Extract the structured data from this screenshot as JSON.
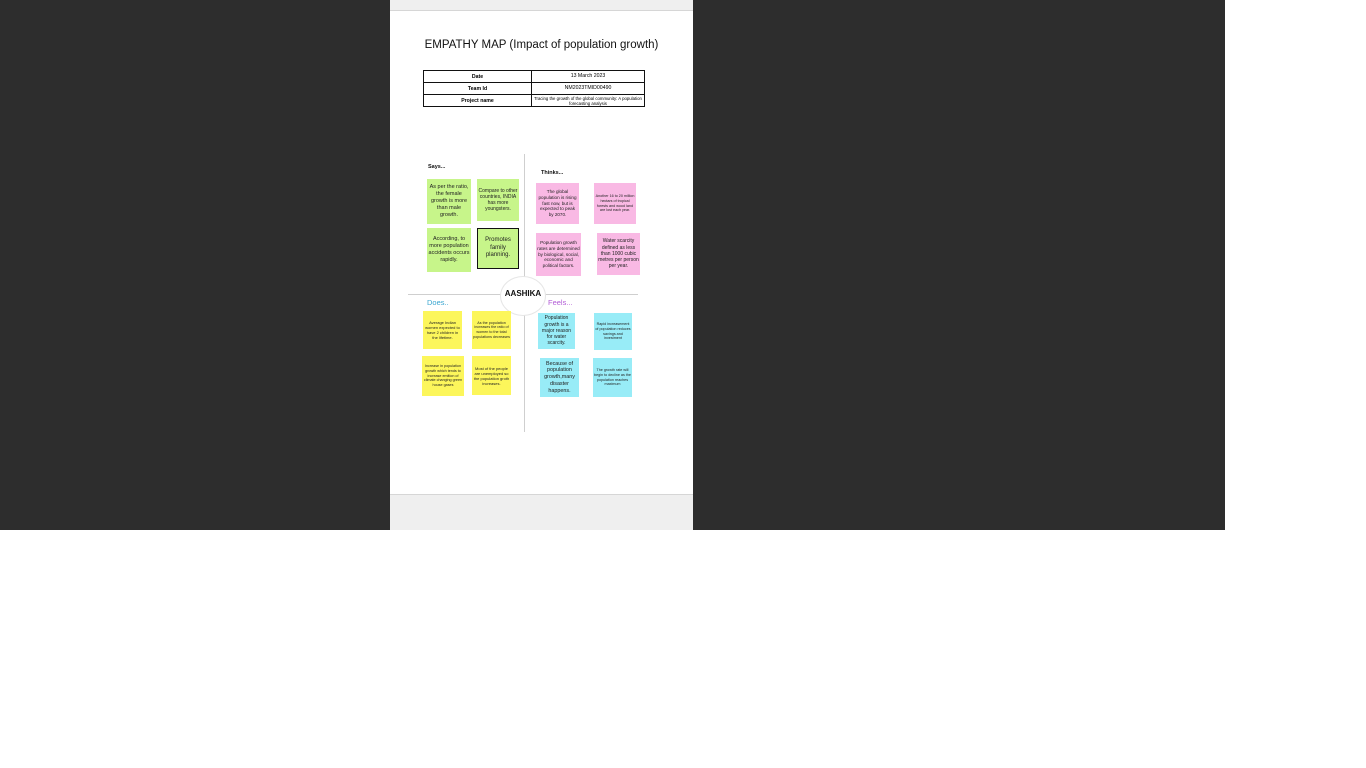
{
  "document": {
    "title": "EMPATHY MAP (Impact of population growth)",
    "info_table": [
      {
        "label": "Date",
        "value": "13 March 2023"
      },
      {
        "label": "Team Id",
        "value": "NM2023TMID00490"
      },
      {
        "label": "Project name",
        "value": "Tracing the growth of the global community: A population forecasting analysis"
      }
    ],
    "center": "AASHIKA",
    "quadrants": {
      "says": {
        "label": "Says...",
        "notes": [
          "As per the ratio, the female growth is more than male growth.",
          "Compare to other countries, INDIA has more youngsters.",
          "According, to more population accidents occurs rapidly.",
          "Promotes family planning."
        ]
      },
      "thinks": {
        "label": "Thinks...",
        "notes": [
          "The global population is rising fast now, but is expected to peak by 2070.",
          "Another 16 to 20 million hectars of tropical forests and wood land are lost each year.",
          "Population growth rates are determined by biological, social, economic and political factors.",
          "Water scarcity defined as less than 1000 cubic metres per person per year."
        ]
      },
      "does": {
        "label": "Does..",
        "notes": [
          "Average Indian women expected to have 2 children in the lifetime.",
          "As the population increases the ratio of women to the total populations decreases",
          "Increase in population growth which tends to increase emition of climate changing green house gases",
          "Most of the people are unemployed so the population groth increases."
        ]
      },
      "feels": {
        "label": "Feels...",
        "notes": [
          "Population growth is a major reason for water scarcity.",
          "Rapid increasement of population reduces savings and investment",
          "Because of population growth,many disaster happens.",
          "The growth rate will begin to decline as the population reaches maximum"
        ]
      }
    }
  },
  "colors": {
    "viewer_bg": "#2d2d2d",
    "says_note": "#c7f58a",
    "thinks_note": "#f9b9e4",
    "does_note": "#fcf65b",
    "feels_note": "#98ecf7",
    "does_label": "#3aa6d0",
    "feels_label": "#b25cd6"
  }
}
